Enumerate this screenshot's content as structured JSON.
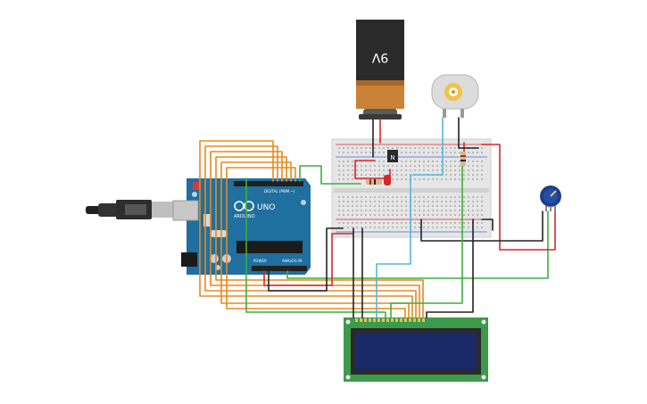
{
  "battery": {
    "label": "9V"
  },
  "arduino": {
    "brand": "ARDUINO",
    "model": "UNO",
    "digital_label": "DIGITAL (PWM ~)",
    "power_label": "POWER",
    "analog_label": "ANALOG IN"
  },
  "transistor": {
    "label": "N"
  },
  "colors": {
    "board_blue": "#1f6f9f",
    "breadboard": "#e6e6e6",
    "lcd_pcb": "#3d9a4a",
    "lcd_screen": "#1a2a68",
    "battery_black": "#2a2a2a",
    "battery_copper": "#c98236"
  },
  "icons": [
    "usb-cable-icon",
    "dc-motor-icon",
    "potentiometer-icon",
    "led-icon",
    "resistor-icon"
  ]
}
